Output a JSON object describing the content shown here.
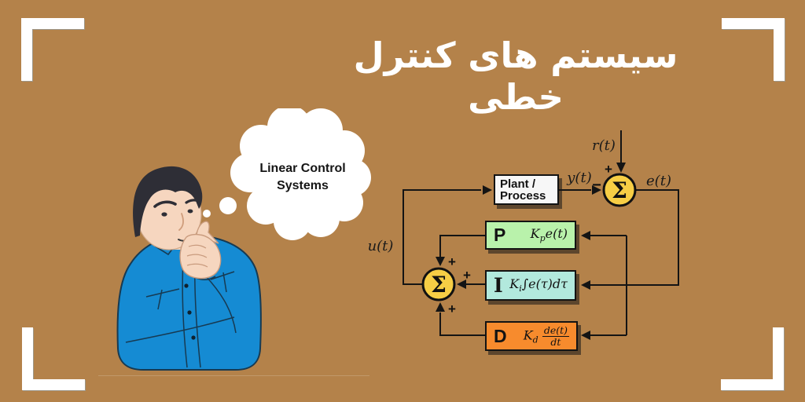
{
  "title": "سیستم های کنترل خطی",
  "thought_bubble": {
    "line1": "Linear Control",
    "line2": "Systems"
  },
  "diagram": {
    "plant_label_line1": "Plant /",
    "plant_label_line2": "Process",
    "sum_symbol": "Σ",
    "plus": "+",
    "minus": "−",
    "signals": {
      "r": "r(t)",
      "y": "y(t)",
      "e": "e(t)",
      "u": "u(t)"
    },
    "blocks": [
      {
        "label": "P",
        "coef": "K",
        "sub": "p",
        "expr": "e(t)",
        "fill": "#b9f2ab"
      },
      {
        "label": "I",
        "coef": "K",
        "sub": "i",
        "expr": "∫e(τ)dτ",
        "fill": "#b2e9dd"
      },
      {
        "label": "D",
        "coef": "K",
        "sub": "d",
        "frac_num": "de(t)",
        "frac_den": "dt",
        "fill": "#f78b2d"
      }
    ]
  },
  "colors": {
    "background": "#b4824a",
    "title_text": "#ffffff",
    "corner_brackets": "#ffffff",
    "sum_junction_fill": "#f7ce45",
    "plant_fill": "#f7f7f7",
    "wire": "#141414",
    "bubble_fill": "#ffffff",
    "shirt_blue": "#158bd3",
    "skin": "#f6d6bf",
    "hair": "#2e2e36"
  }
}
